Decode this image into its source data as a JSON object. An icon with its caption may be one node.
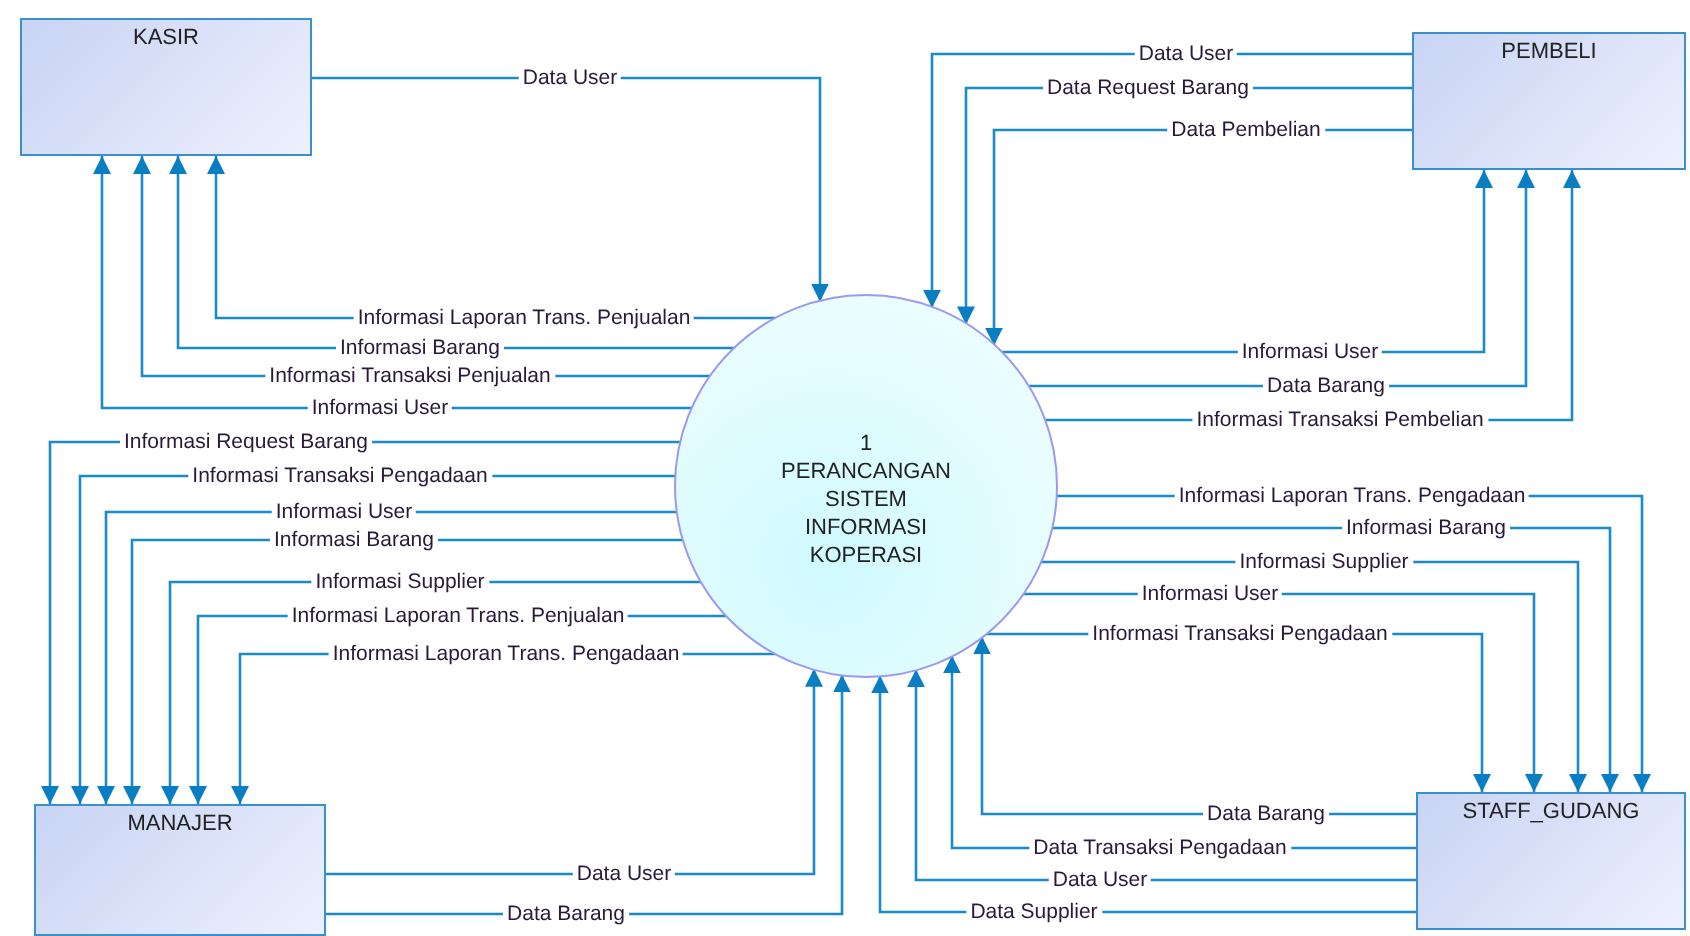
{
  "diagram": {
    "nodes": [
      {
        "text": [
          "KASIR"
        ]
      },
      {
        "text": [
          "PEMBELI"
        ]
      },
      {
        "text": [
          "1",
          "PERANCANGAN SISTEM INFORMASI KOPERASI"
        ]
      },
      {
        "text": [
          "MANAJER"
        ]
      },
      {
        "text": [
          "STAFF_GUDANG"
        ]
      }
    ],
    "edges": [
      {
        "from": 0,
        "to": 2,
        "arrow": "to",
        "label": "Data User"
      },
      {
        "from": 2,
        "to": 0,
        "arrow": "to",
        "label": "Informasi Laporan Trans. Penjualan"
      },
      {
        "from": 2,
        "to": 0,
        "arrow": "to",
        "label": "Informasi Barang"
      },
      {
        "from": 2,
        "to": 0,
        "arrow": "to",
        "label": "Informasi Transaksi Penjualan"
      },
      {
        "from": 2,
        "to": 0,
        "arrow": "to",
        "label": "Informasi User"
      },
      {
        "from": 1,
        "to": 2,
        "arrow": "to",
        "label": "Data User"
      },
      {
        "from": 1,
        "to": 2,
        "arrow": "to",
        "label": "Data Request Barang"
      },
      {
        "from": 1,
        "to": 2,
        "arrow": "to",
        "label": "Data Pembelian"
      },
      {
        "from": 2,
        "to": 1,
        "arrow": "to",
        "label": "Informasi User"
      },
      {
        "from": 2,
        "to": 1,
        "arrow": "to",
        "label": "Data Barang"
      },
      {
        "from": 2,
        "to": 1,
        "arrow": "to",
        "label": "Informasi Transaksi Pembelian"
      },
      {
        "from": 2,
        "to": 3,
        "arrow": "to",
        "label": "Informasi Request Barang"
      },
      {
        "from": 2,
        "to": 3,
        "arrow": "to",
        "label": "Informasi Transaksi Pengadaan"
      },
      {
        "from": 2,
        "to": 3,
        "arrow": "to",
        "label": "Informasi User"
      },
      {
        "from": 2,
        "to": 3,
        "arrow": "to",
        "label": "Informasi Barang"
      },
      {
        "from": 2,
        "to": 3,
        "arrow": "to",
        "label": "Informasi Supplier"
      },
      {
        "from": 2,
        "to": 3,
        "arrow": "to",
        "label": "Informasi Laporan Trans. Penjualan"
      },
      {
        "from": 2,
        "to": 3,
        "arrow": "to",
        "label": "Informasi Laporan Trans. Pengadaan"
      },
      {
        "from": 3,
        "to": 2,
        "arrow": "to",
        "label": "Data User"
      },
      {
        "from": 3,
        "to": 2,
        "arrow": "to",
        "label": "Data Barang"
      },
      {
        "from": 2,
        "to": 4,
        "arrow": "to",
        "label": "Informasi Laporan Trans. Pengadaan"
      },
      {
        "from": 2,
        "to": 4,
        "arrow": "to",
        "label": "Informasi Barang"
      },
      {
        "from": 2,
        "to": 4,
        "arrow": "to",
        "label": "Informasi Supplier"
      },
      {
        "from": 2,
        "to": 4,
        "arrow": "to",
        "label": "Informasi User"
      },
      {
        "from": 2,
        "to": 4,
        "arrow": "to",
        "label": "Informasi Transaksi Pengadaan"
      },
      {
        "from": 4,
        "to": 2,
        "arrow": "to",
        "label": "Data Barang"
      },
      {
        "from": 4,
        "to": 2,
        "arrow": "to",
        "label": "Data Transaksi Pengadaan"
      },
      {
        "from": 4,
        "to": 2,
        "arrow": "to",
        "label": "Data User"
      },
      {
        "from": 4,
        "to": 2,
        "arrow": "to",
        "label": "Data Supplier"
      }
    ]
  }
}
